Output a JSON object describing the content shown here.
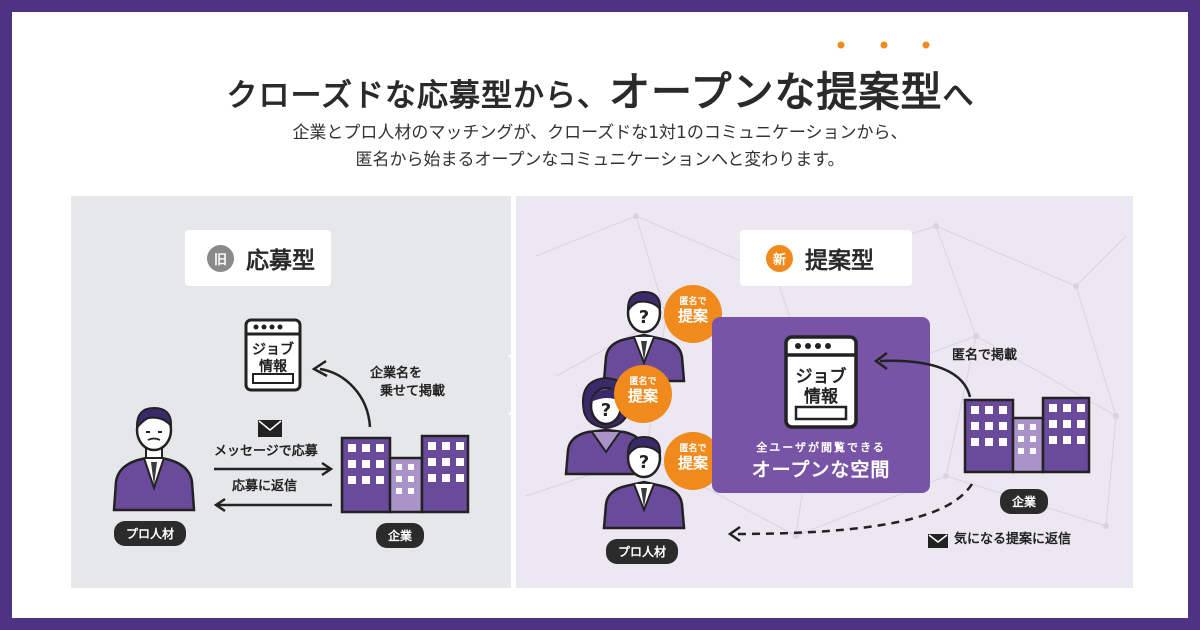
{
  "title": {
    "part1": "クローズドな応募型から、",
    "part2": "オープンな提案型",
    "part3": "へ"
  },
  "subtitle": {
    "line1": "企業とプロ人材のマッチングが、クローズドな1対1のコミュニケーションから、",
    "line2": "匿名から始まるオープンなコミュニケーションへと変わります。"
  },
  "old_model": {
    "badge": "旧",
    "label": "応募型",
    "job_card": {
      "line1": "ジョブ",
      "line2": "情報"
    },
    "post_label": {
      "line1": "企業名を",
      "line2": "乗せて掲載"
    },
    "apply_label": "メッセージで応募",
    "reply_label": "応募に返信",
    "talent_label": "プロ人材",
    "company_label": "企業"
  },
  "new_model": {
    "badge": "新",
    "label": "提案型",
    "bubble": {
      "small": "匿名で",
      "big": "提案"
    },
    "job_card": {
      "line1": "ジョブ",
      "line2": "情報"
    },
    "open_space_small": "全ユーザが閲覧できる",
    "open_space_big": "オープンな空間",
    "post_label": "匿名で掲載",
    "reply_label": "気になる提案に返信",
    "talent_label": "プロ人材",
    "company_label": "企業"
  },
  "colors": {
    "brand_purple": "#4e3384",
    "accent_purple": "#7854a6",
    "accent_orange": "#f08a1c",
    "old_badge_gray": "#8a8a8a"
  }
}
